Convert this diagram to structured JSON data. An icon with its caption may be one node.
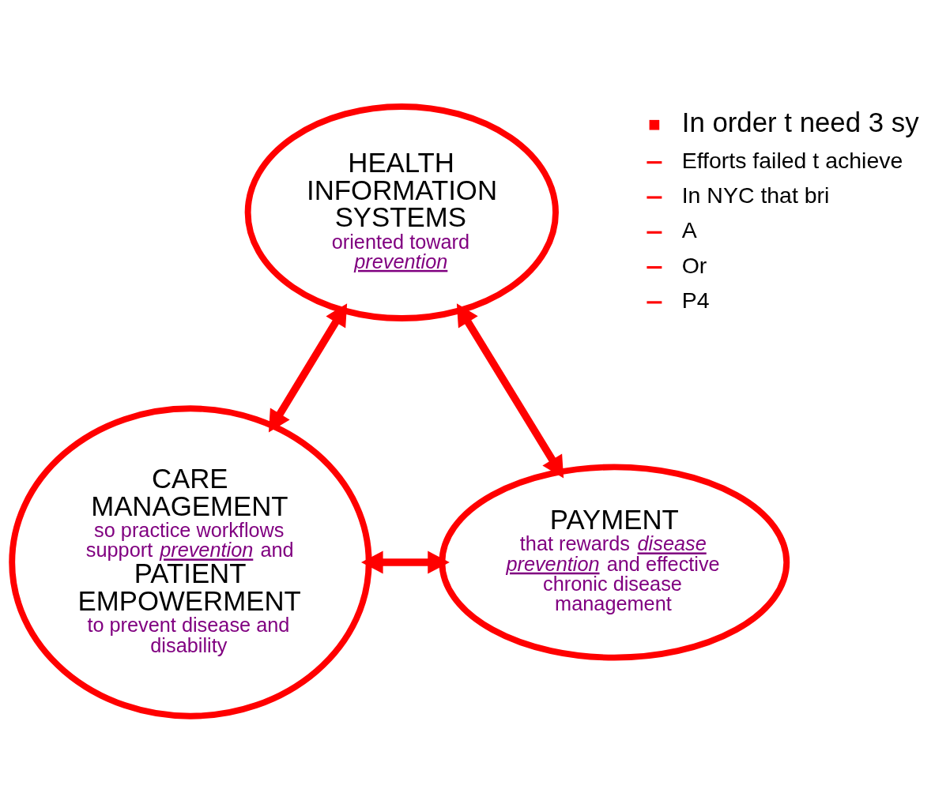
{
  "diagram": {
    "nodes": [
      {
        "text": [
          "HEALTH INFORMATION SYSTEMS",
          "oriented toward *prevention*"
        ]
      },
      {
        "text": [
          "CARE MANAGEMENT",
          "so practice workflows support *prevention* and",
          "PATIENT EMPOWERMENT",
          "to prevent disease and disability"
        ]
      },
      {
        "text": [
          "PAYMENT",
          "that rewards *disease prevention* and effective chronic disease management"
        ]
      }
    ],
    "edges": [
      {
        "from": 0,
        "to": 1,
        "arrow": "both"
      },
      {
        "from": 0,
        "to": 2,
        "arrow": "both"
      },
      {
        "from": 1,
        "to": 2,
        "arrow": "both"
      }
    ],
    "labels": [
      "In order t need 3 sy",
      "Efforts failed t achieve",
      "In NYC that bri",
      "A",
      "Or",
      "P4"
    ]
  }
}
